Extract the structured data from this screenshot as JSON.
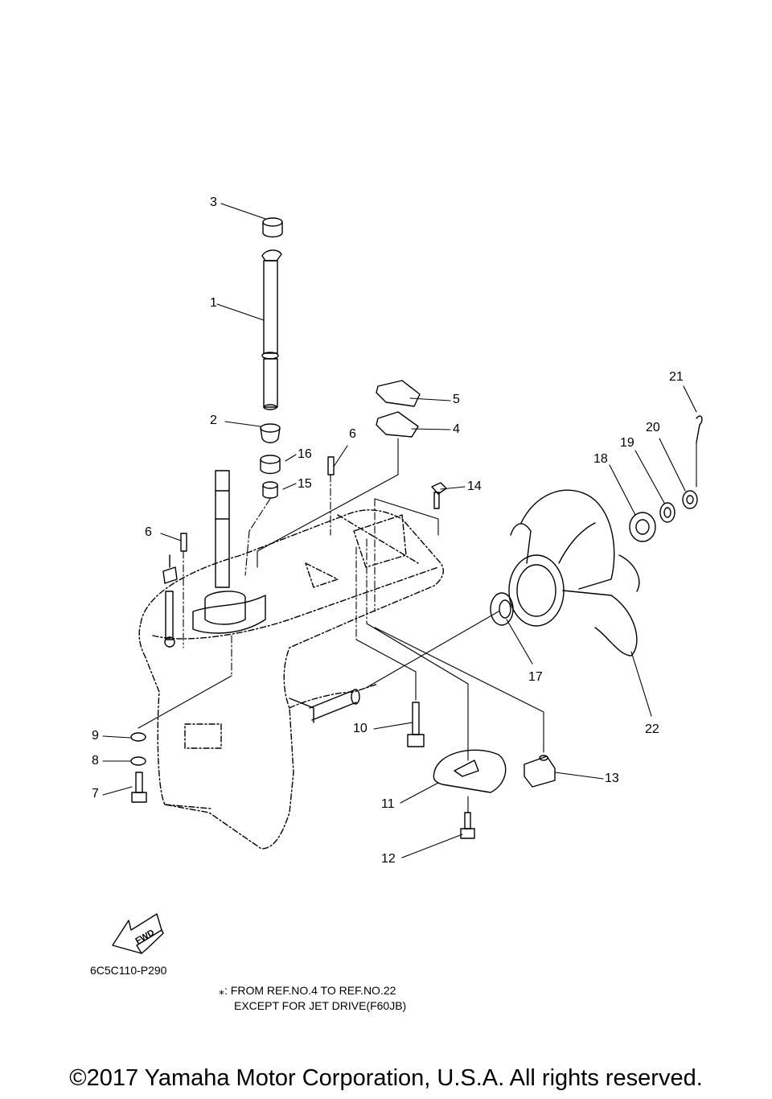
{
  "diagram": {
    "callouts": {
      "c1": "1",
      "c2": "2",
      "c3": "3",
      "c4": "4",
      "c5": "5",
      "c6a": "6",
      "c6b": "6",
      "c7": "7",
      "c8": "8",
      "c9": "9",
      "c10": "10",
      "c11": "11",
      "c12": "12",
      "c13": "13",
      "c14": "14",
      "c15": "15",
      "c16": "16",
      "c17": "17",
      "c18": "18",
      "c19": "19",
      "c20": "20",
      "c21": "21",
      "c22": "22"
    },
    "fwd_label": "FWD",
    "drawing_code": "6C5C110-P290",
    "note_line1": "⁎: FROM REF.NO.4 TO REF.NO.22",
    "note_line2": "EXCEPT FOR JET DRIVE(F60JB)"
  },
  "footer": {
    "copyright": "©2017 Yamaha Motor Corporation, U.S.A. All rights reserved."
  }
}
